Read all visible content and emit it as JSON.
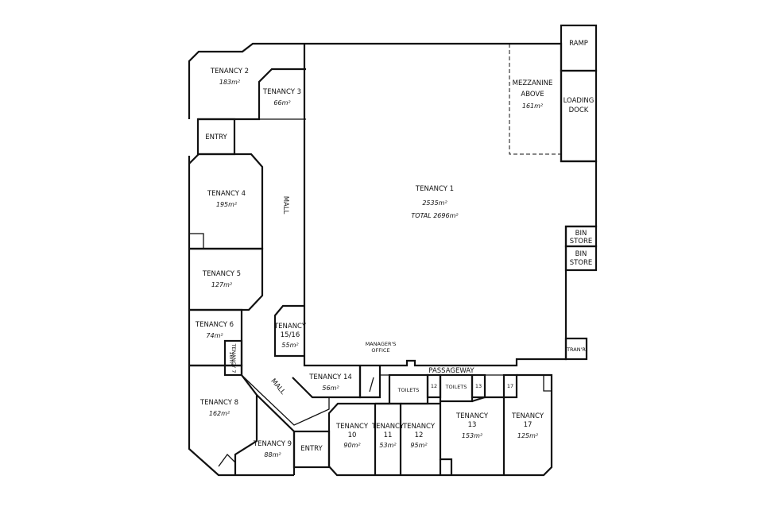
{
  "tenancies": {
    "t1": {
      "name": "TENANCY 1",
      "area": "2535m²",
      "total": "TOTAL 2696m²"
    },
    "t2": {
      "name": "TENANCY 2",
      "area": "183m²"
    },
    "t3": {
      "name": "TENANCY 3",
      "area": "66m²"
    },
    "t4": {
      "name": "TENANCY 4",
      "area": "195m²"
    },
    "t5": {
      "name": "TENANCY 5",
      "area": "127m²"
    },
    "t6": {
      "name": "TENANCY 6",
      "area": "74m²"
    },
    "t7": {
      "name": "TENANCY 7",
      "area": "16m²"
    },
    "t8": {
      "name": "TENANCY 8",
      "area": "162m²"
    },
    "t9": {
      "name": "TENANCY 9",
      "area": "88m²"
    },
    "t10": {
      "name": "TENANCY",
      "num": "10",
      "area": "90m²"
    },
    "t11": {
      "name": "TENANCY",
      "num": "11",
      "area": "53m²"
    },
    "t12": {
      "name": "TENANCY",
      "num": "12",
      "area": "95m²"
    },
    "t13": {
      "name": "TENANCY",
      "num": "13",
      "area": "153m²"
    },
    "t14": {
      "name": "TENANCY 14",
      "area": "56m²"
    },
    "t1516": {
      "name": "TENANCY",
      "num": "15/16",
      "area": "55m²"
    },
    "t17": {
      "name": "TENANCY",
      "num": "17",
      "area": "125m²"
    }
  },
  "labels": {
    "mezzanine_1": "MEZZANINE",
    "mezzanine_2": "ABOVE",
    "mezzanine_area": "161m²",
    "ramp": "RAMP",
    "loading_1": "LOADING",
    "loading_2": "DOCK",
    "bin_1": "BIN",
    "bin_2": "STORE",
    "transformer": "TRAN'R",
    "entry": "ENTRY",
    "mall": "MALL",
    "passageway": "PASSAGEWAY",
    "toilets": "TOILETS",
    "managers_1": "MANAGER'S",
    "managers_2": "OFFICE",
    "n12": "12",
    "n13": "13",
    "n17": "17"
  }
}
